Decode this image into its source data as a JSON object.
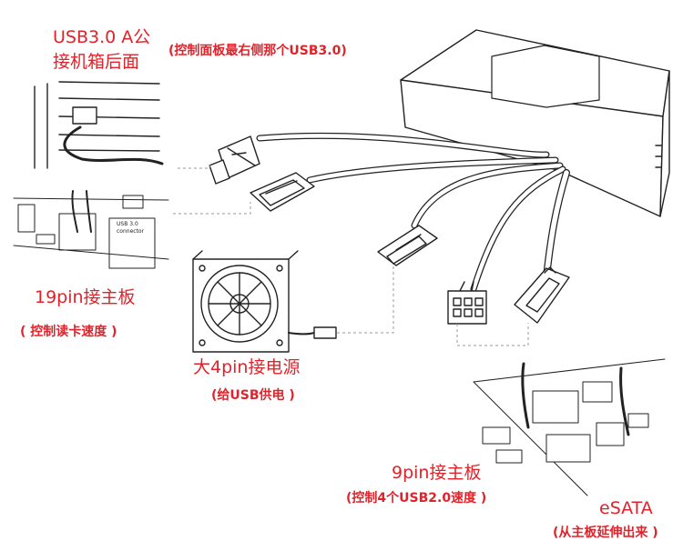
{
  "labels": {
    "usb30_a": {
      "line1": "USB3.0 A公",
      "line2": "接机箱后面",
      "note": "(控制面板最右侧那个USB3.0)"
    },
    "pin19": {
      "title": "19pin接主板",
      "note": "( 控制读卡速度 )"
    },
    "pin4": {
      "title": "大4pin接电源",
      "note": "(给USB供电 )"
    },
    "pin9": {
      "title": "9pin接主板",
      "note": "(控制4个USB2.0速度 )"
    },
    "esata": {
      "title": "eSATA",
      "note": "(从主板延伸出来 )"
    }
  },
  "inline_text": {
    "usb_connector_1": "USB 3.0",
    "usb_connector_2": "connector"
  },
  "colors": {
    "label": "#e0232b",
    "line": "#222222",
    "leader": "#999999"
  }
}
